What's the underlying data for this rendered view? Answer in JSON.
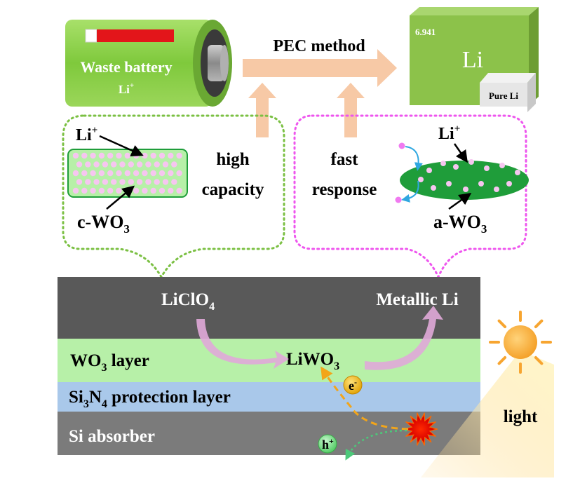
{
  "top": {
    "battery": {
      "title": "Waste battery",
      "ion": "Li",
      "ion_sup": "+"
    },
    "method_label": "PEC method",
    "product": {
      "atomic_mass": "6.941",
      "symbol": "Li",
      "tag": "Pure Li"
    }
  },
  "left_bubble": {
    "ion": "Li",
    "ion_sup": "+",
    "material": "c-WO",
    "material_sub": "3",
    "property_line1": "high",
    "property_line2": "capacity"
  },
  "right_bubble": {
    "ion": "Li",
    "ion_sup": "+",
    "material": "a-WO",
    "material_sub": "3",
    "property_line1": "fast",
    "property_line2": "response"
  },
  "stack": {
    "electrolyte": {
      "text": "LiClO",
      "sub": "4"
    },
    "metal": "Metallic Li",
    "wo3_layer": {
      "pre": "WO",
      "sub": "3",
      "post": " layer"
    },
    "intermediate": {
      "pre": "LiWO",
      "sub": "3"
    },
    "si3n4_layer": {
      "a": "Si",
      "a_sub": "3",
      "b": "N",
      "b_sub": "4",
      "post": " protection layer"
    },
    "si_layer": "Si absorber",
    "electron": {
      "base": "e",
      "sup": "-"
    },
    "hole": {
      "base": "h",
      "sup": "+"
    }
  },
  "light_label": "light",
  "colors": {
    "battery_green": "#8fd04e",
    "product_green": "#8cc24a",
    "arrow_peach": "#f7c9a6",
    "electrolyte_gray": "#595959",
    "wo3_green": "#b7f0a8",
    "si3n4_blue": "#a9c8ea",
    "si_gray": "#7b7b7b",
    "dotted_green": "#7bc043",
    "dotted_magenta": "#ee55ee",
    "sun_orange": "#f7a530",
    "electron_yellow": "#f2b70c",
    "hole_green": "#7ee08a",
    "dark_green": "#1f9d3a",
    "particle_pink": "#f6c6f0"
  }
}
